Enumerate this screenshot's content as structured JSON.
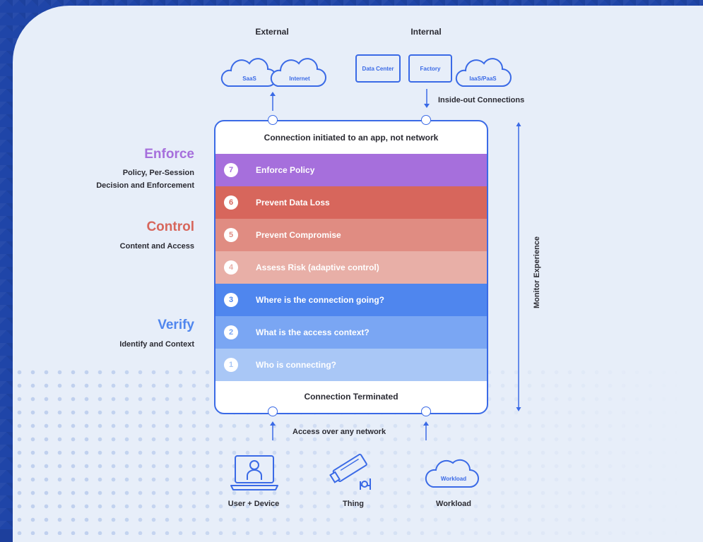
{
  "header": {
    "external_label": "External",
    "internal_label": "Internal",
    "inside_out_label": "Inside-out Connections"
  },
  "destinations": {
    "external": [
      "SaaS",
      "Internet"
    ],
    "internal": [
      "Data Center",
      "Factory",
      "IaaS/PaaS"
    ]
  },
  "stack": {
    "top_label": "Connection initiated to an app, not network",
    "bottom_label": "Connection Terminated",
    "layers": [
      {
        "num": "7",
        "label": "Enforce Policy",
        "color": "#a66fdc",
        "num_color": "#a66fdc"
      },
      {
        "num": "6",
        "label": "Prevent Data Loss",
        "color": "#d7665c",
        "num_color": "#d7665c"
      },
      {
        "num": "5",
        "label": "Prevent Compromise",
        "color": "#e08c82",
        "num_color": "#e08c82"
      },
      {
        "num": "4",
        "label": "Assess Risk (adaptive control)",
        "color": "#e8afa7",
        "num_color": "#e8afa7"
      },
      {
        "num": "3",
        "label": "Where is the connection going?",
        "color": "#4f86ee",
        "num_color": "#4f86ee"
      },
      {
        "num": "2",
        "label": "What is the access context?",
        "color": "#7aa6f3",
        "num_color": "#7aa6f3"
      },
      {
        "num": "1",
        "label": "Who is connecting?",
        "color": "#a9c7f6",
        "num_color": "#a9c7f6"
      }
    ]
  },
  "sections": {
    "enforce": {
      "title": "Enforce",
      "subtitle_line1": "Policy, Per-Session",
      "subtitle_line2": "Decision and Enforcement",
      "color": "#a66fdc"
    },
    "control": {
      "title": "Control",
      "subtitle": "Content and Access",
      "color": "#d7665c"
    },
    "verify": {
      "title": "Verify",
      "subtitle": "Identify and Context",
      "color": "#4f86ee"
    }
  },
  "monitor_label": "Monitor Experience",
  "access_label": "Access over any network",
  "sources": [
    {
      "label": "User + Device",
      "icon": "user-device-icon"
    },
    {
      "label": "Thing",
      "icon": "camera-icon"
    },
    {
      "label": "Workload",
      "icon": "cloud-icon",
      "inner": "Workload"
    }
  ],
  "colors": {
    "accent": "#3a6ae6",
    "panel": "#e7eef9",
    "background": "#1f45a8"
  }
}
